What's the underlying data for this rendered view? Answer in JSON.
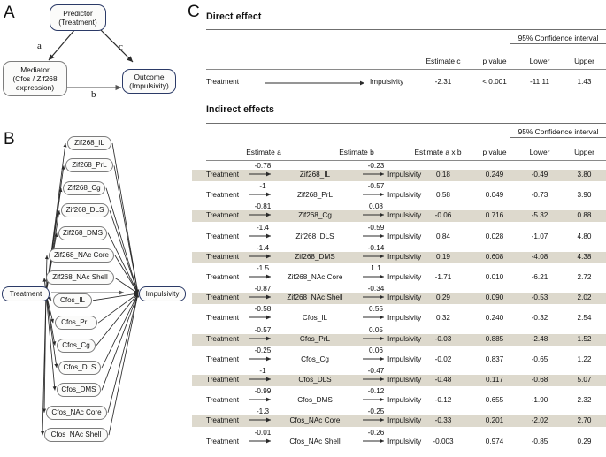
{
  "figure": {
    "panels": [
      "A",
      "B",
      "C"
    ]
  },
  "panelA": {
    "letter": "A",
    "nodes": {
      "predictor": "Predictor\n(Treatment)",
      "predictor_line1": "Predictor",
      "predictor_line2": "(Treatment)",
      "mediator_line1": "Mediator",
      "mediator_line2": "(Cfos / Zif268",
      "mediator_line3": "expression)",
      "outcome_line1": "Outcome",
      "outcome_line2": "(Impulsivity)"
    },
    "edge_labels": {
      "a": "a",
      "b": "b",
      "c": "c"
    }
  },
  "panelB": {
    "letter": "B",
    "source": "Treatment",
    "target": "Impulsivity",
    "mediators": [
      "Zif268_IL",
      "Zif268_PrL",
      "Zif268_Cg",
      "Zif268_DLS",
      "Zif268_DMS",
      "Zif268_NAc Core",
      "Zif268_NAc Shell",
      "Cfos_IL",
      "Cfos_PrL",
      "Cfos_Cg",
      "Cfos_DLS",
      "Cfos_DMS",
      "Cfos_NAc Core",
      "Cfos_NAc Shell"
    ]
  },
  "panelC": {
    "letter": "C",
    "direct": {
      "title": "Direct effect",
      "ci_header": "95% Confidence interval",
      "columns": [
        "Estimate c",
        "p value",
        "Lower",
        "Upper"
      ],
      "row": {
        "from": "Treatment",
        "to": "Impulsivity",
        "estimate_c": "-2.31",
        "p_value": "< 0.001",
        "lower": "-11.11",
        "upper": "1.43"
      }
    },
    "indirect": {
      "title": "Indirect effects",
      "ci_header": "95% Confidence interval",
      "columns": [
        "Estimate a",
        "Estimate b",
        "Estimate a x b",
        "p value",
        "Lower",
        "Upper"
      ],
      "rows": [
        {
          "from": "Treatment",
          "a": "-0.78",
          "mediator": "Zif268_IL",
          "b": "-0.23",
          "to": "Impulsivity",
          "axb": "0.18",
          "p": "0.249",
          "lower": "-0.49",
          "upper": "3.80",
          "shaded": true
        },
        {
          "from": "Treatment",
          "a": "-1",
          "mediator": "Zif268_PrL",
          "b": "-0.57",
          "to": "Impulsivity",
          "axb": "0.58",
          "p": "0.049",
          "lower": "-0.73",
          "upper": "3.90",
          "shaded": false
        },
        {
          "from": "Treatment",
          "a": "-0.81",
          "mediator": "Zif268_Cg",
          "b": "0.08",
          "to": "Impulsivity",
          "axb": "-0.06",
          "p": "0.716",
          "lower": "-5.32",
          "upper": "0.88",
          "shaded": true
        },
        {
          "from": "Treatment",
          "a": "-1.4",
          "mediator": "Zif268_DLS",
          "b": "-0.59",
          "to": "Impulsivity",
          "axb": "0.84",
          "p": "0.028",
          "lower": "-1.07",
          "upper": "4.80",
          "shaded": false
        },
        {
          "from": "Treatment",
          "a": "-1.4",
          "mediator": "Zif268_DMS",
          "b": "-0.14",
          "to": "Impulsivity",
          "axb": "0.19",
          "p": "0.608",
          "lower": "-4.08",
          "upper": "4.38",
          "shaded": true
        },
        {
          "from": "Treatment",
          "a": "-1.5",
          "mediator": "Zif268_NAc Core",
          "b": "1.1",
          "to": "Impulsivity",
          "axb": "-1.71",
          "p": "0.010",
          "lower": "-6.21",
          "upper": "2.72",
          "shaded": false
        },
        {
          "from": "Treatment",
          "a": "-0.87",
          "mediator": "Zif268_NAc Shell",
          "b": "-0.34",
          "to": "Impulsivity",
          "axb": "0.29",
          "p": "0.090",
          "lower": "-0.53",
          "upper": "2.02",
          "shaded": true
        },
        {
          "from": "Treatment",
          "a": "-0.58",
          "mediator": "Cfos_IL",
          "b": "0.55",
          "to": "Impulsivity",
          "axb": "0.32",
          "p": "0.240",
          "lower": "-0.32",
          "upper": "2.54",
          "shaded": false
        },
        {
          "from": "Treatment",
          "a": "-0.57",
          "mediator": "Cfos_PrL",
          "b": "0.05",
          "to": "Impulsivity",
          "axb": "-0.03",
          "p": "0.885",
          "lower": "-2.48",
          "upper": "1.52",
          "shaded": true
        },
        {
          "from": "Treatment",
          "a": "-0.25",
          "mediator": "Cfos_Cg",
          "b": "0.06",
          "to": "Impulsivity",
          "axb": "-0.02",
          "p": "0.837",
          "lower": "-0.65",
          "upper": "1.22",
          "shaded": false
        },
        {
          "from": "Treatment",
          "a": "-1",
          "mediator": "Cfos_DLS",
          "b": "-0.47",
          "to": "Impulsivity",
          "axb": "-0.48",
          "p": "0.117",
          "lower": "-0.68",
          "upper": "5.07",
          "shaded": true
        },
        {
          "from": "Treatment",
          "a": "-0.99",
          "mediator": "Cfos_DMS",
          "b": "-0.12",
          "to": "Impulsivity",
          "axb": "-0.12",
          "p": "0.655",
          "lower": "-1.90",
          "upper": "2.32",
          "shaded": false
        },
        {
          "from": "Treatment",
          "a": "-1.3",
          "mediator": "Cfos_NAc Core",
          "b": "-0.25",
          "to": "Impulsivity",
          "axb": "-0.33",
          "p": "0.201",
          "lower": "-2.02",
          "upper": "2.70",
          "shaded": true
        },
        {
          "from": "Treatment",
          "a": "-0.01",
          "mediator": "Cfos_NAc Shell",
          "b": "-0.26",
          "to": "Impulsivity",
          "axb": "-0.003",
          "p": "0.974",
          "lower": "-0.85",
          "upper": "0.29",
          "shaded": false
        }
      ]
    }
  },
  "colors": {
    "navy_border": "#2b3a67",
    "gray_border": "#7d7d7d",
    "row_shade": "#ddd9cd",
    "rule": "#6f6f6f"
  }
}
